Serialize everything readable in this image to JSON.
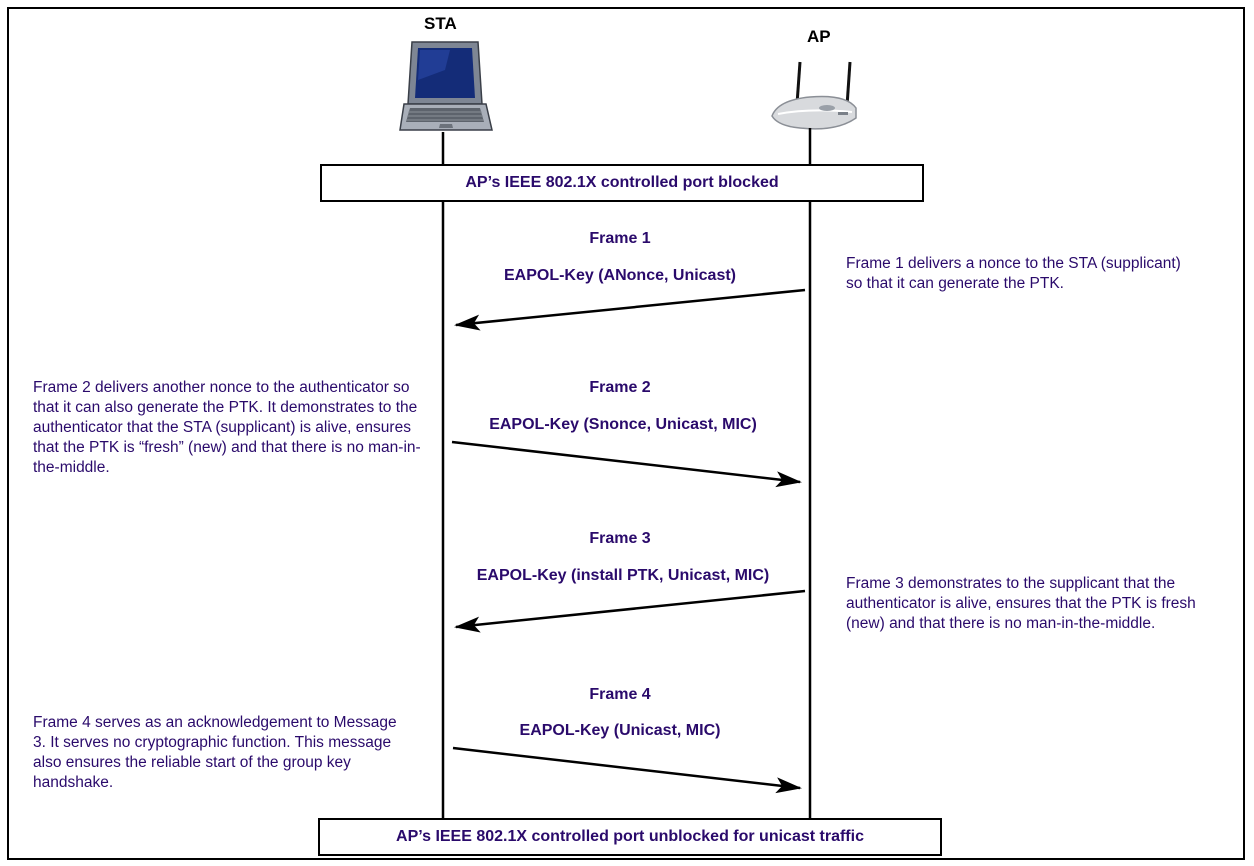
{
  "entities": {
    "sta": "STA",
    "ap": "AP"
  },
  "bars": {
    "top": "AP’s IEEE 802.1X controlled port blocked",
    "bottom": "AP’s IEEE 802.1X controlled port unblocked for unicast traffic"
  },
  "frames": [
    {
      "title": "Frame 1",
      "content": "EAPOL-Key (ANonce, Unicast)",
      "direction": "AP to STA"
    },
    {
      "title": "Frame 2",
      "content": "EAPOL-Key (Snonce, Unicast, MIC)",
      "direction": "STA to AP"
    },
    {
      "title": "Frame 3",
      "content": "EAPOL-Key (install PTK, Unicast, MIC)",
      "direction": "AP to STA"
    },
    {
      "title": "Frame 4",
      "content": "EAPOL-Key (Unicast, MIC)",
      "direction": "STA to AP"
    }
  ],
  "notes": {
    "frame1": "Frame 1 delivers a nonce to the STA (supplicant) so that it can generate the PTK.",
    "frame2": "Frame 2 delivers another nonce to the authenticator so that it can also generate the PTK. It demonstrates to the authenticator that the STA (supplicant) is alive, ensures that the PTK is “fresh” (new) and that there is no man-in-the-middle.",
    "frame3": "Frame 3 demonstrates to the supplicant that the authenticator is alive, ensures that the PTK is fresh (new) and that there is no man-in-the-middle.",
    "frame4": "Frame 4 serves as an acknowledgement to Message 3. It serves no cryptographic function. This message also ensures the reliable start of the group key handshake."
  },
  "colors": {
    "text": "#2a0a6b",
    "line": "#000000"
  },
  "icons": {
    "sta": "laptop-icon",
    "ap": "wireless-access-point-icon"
  }
}
